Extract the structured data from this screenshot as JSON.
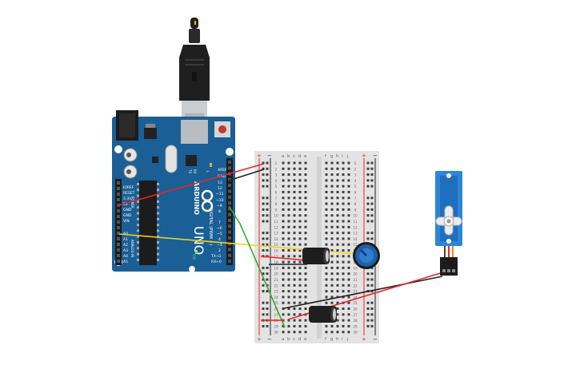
{
  "canvas": {
    "background": "#ffffff"
  },
  "arduino": {
    "board_name": "UNO",
    "brand": "ARDUINO",
    "digital_label": "DIGITAL (PWM ~)",
    "analog_label": "ANALOG IN",
    "power_label": "POWER",
    "on_label": "ON",
    "tx_label": "TX",
    "rx_label": "RX",
    "l_label": "L",
    "ioref_label": "IOREF",
    "reset_label": "RESET",
    "v33_label": "3.3V",
    "v5_label": "5V",
    "gnd1_label": "GND",
    "gnd2_label": "GND",
    "vin_label": "VIN",
    "a0_label": "A0",
    "a1_label": "A1",
    "a2_label": "A2",
    "a3_label": "A3",
    "a4_label": "A4",
    "a5_label": "A5",
    "aref_label": "AREF",
    "gnd_top_label": "GND",
    "d13": "13",
    "d12": "12",
    "d11": "~11",
    "d10": "~10",
    "d9": "~9",
    "d8": "8",
    "d7": "7",
    "d6": "~6",
    "d5": "~5",
    "d4": "4",
    "d3": "~3",
    "d2": "2",
    "tx1": "TX→1",
    "rx0": "RX←0",
    "board_color": "#1a5f96"
  },
  "breadboard": {
    "col_letters_left": [
      "a",
      "b",
      "c",
      "d",
      "e"
    ],
    "col_letters_right": [
      "f",
      "g",
      "h",
      "i",
      "j"
    ],
    "row_numbers": [
      "1",
      "2",
      "3",
      "4",
      "5",
      "6",
      "7",
      "8",
      "9",
      "10",
      "11",
      "12",
      "13",
      "14",
      "15",
      "16",
      "17",
      "18",
      "19",
      "20",
      "21",
      "22",
      "23",
      "24",
      "25",
      "26",
      "27",
      "28",
      "29",
      "30"
    ],
    "plus": "+",
    "minus": "−"
  },
  "wires": {
    "red": "#e8252a",
    "black": "#222222",
    "yellow": "#f2d31a",
    "green": "#3aaa35",
    "orange": "#e58a1e",
    "brown": "#6b3a1a"
  },
  "components": {
    "capacitor_color": "#1e1e1e",
    "potentiometer_color": "#1f5fa8",
    "servo_color": "#2e86d6"
  }
}
